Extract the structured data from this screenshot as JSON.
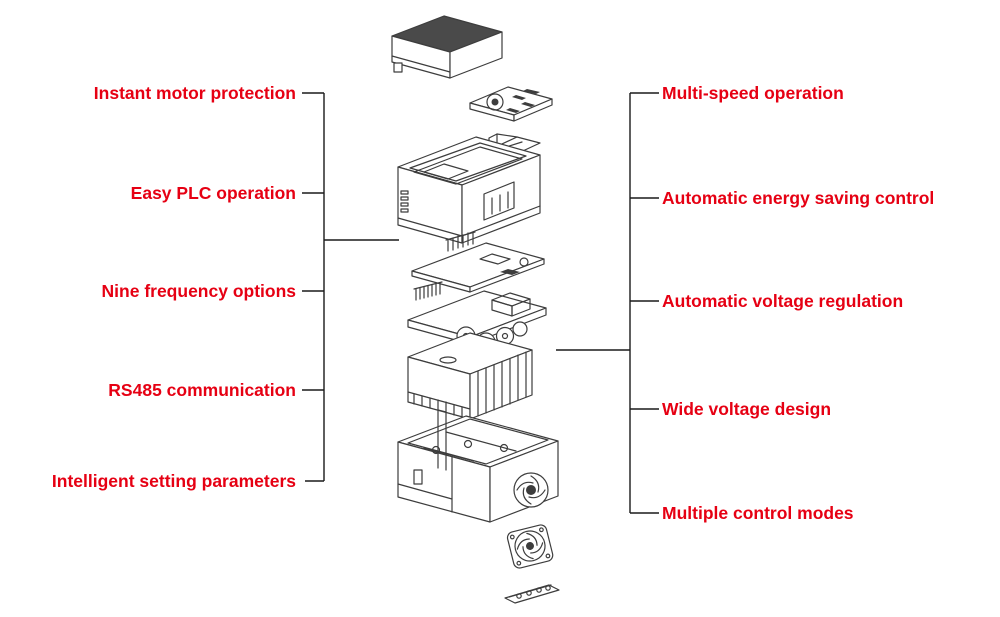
{
  "colors": {
    "label": "#e60013",
    "line": "#1a1a1a",
    "drawing": "#3d3d3d",
    "background": "#ffffff"
  },
  "labels": {
    "left": [
      {
        "text": "Instant motor protection"
      },
      {
        "text": "Easy PLC operation"
      },
      {
        "text": "Nine frequency options"
      },
      {
        "text": "RS485 communication"
      },
      {
        "text": "Intelligent setting parameters"
      }
    ],
    "right": [
      {
        "text": "Multi-speed operation"
      },
      {
        "text": "Automatic energy saving control"
      },
      {
        "text": "Automatic voltage regulation"
      },
      {
        "text": "Wide voltage design"
      },
      {
        "text": "Multiple control modes"
      }
    ]
  },
  "device": {
    "description": "exploded-view line drawing of frequency inverter",
    "parts": [
      "top-cover",
      "keypad",
      "mounting-clip",
      "upper-housing",
      "control-board",
      "power-board",
      "heatsink-block",
      "lower-housing",
      "cooling-fan",
      "terminal-block"
    ]
  }
}
